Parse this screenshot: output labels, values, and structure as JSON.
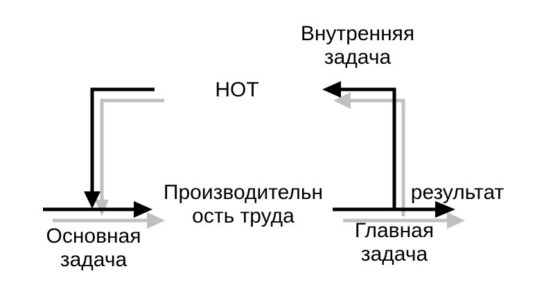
{
  "labels": {
    "not": "НОТ",
    "internal_task": [
      "Внутренняя",
      "задача"
    ],
    "productivity": [
      "Производительн",
      "ость труда"
    ],
    "main_task": [
      "Основная",
      "задача"
    ],
    "key_task": [
      "Главная",
      "задача"
    ],
    "result": "результат"
  },
  "colors": {
    "primary_arrow": "#000000",
    "shadow_arrow": "#c0c0c0",
    "text": "#000000",
    "background": "#ffffff"
  }
}
